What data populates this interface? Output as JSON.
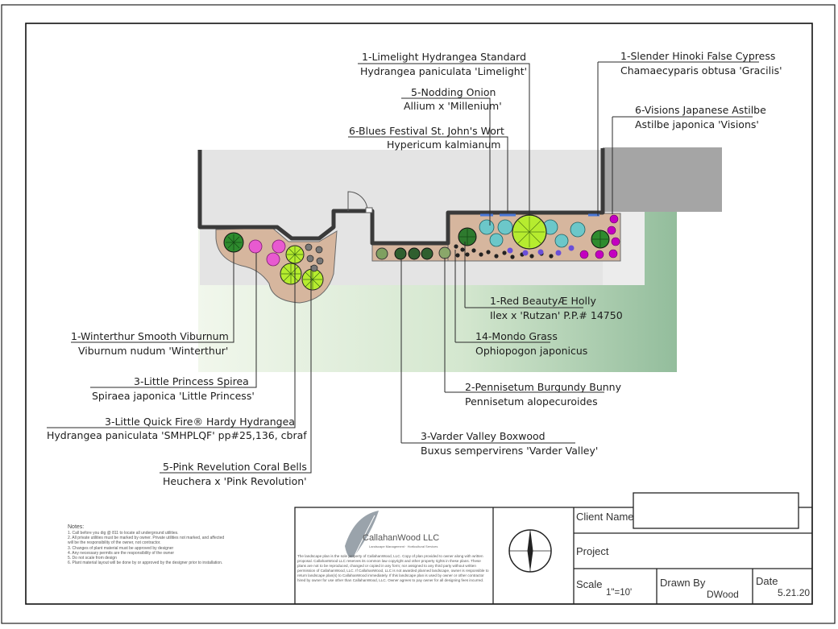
{
  "plants": [
    {
      "common": "1-Limelight Hydrangea Standard",
      "botanical": "Hydrangea paniculata 'Limelight'"
    },
    {
      "common": "5-Nodding Onion",
      "botanical": "Allium x 'Millenium'"
    },
    {
      "common": "6-Blues Festival St. John's Wort",
      "botanical": "Hypericum kalmianum"
    },
    {
      "common": "1-Slender Hinoki False Cypress",
      "botanical": "Chamaecyparis obtusa 'Gracilis'"
    },
    {
      "common": "6-Visions Japanese Astilbe",
      "botanical": "Astilbe japonica 'Visions'"
    },
    {
      "common": "1-Red BeautyÆ Holly",
      "botanical": "Ilex x 'Rutzan' P.P.# 14750"
    },
    {
      "common": "14-Mondo Grass",
      "botanical": "Ophiopogon japonicus"
    },
    {
      "common": "2-Pennisetum Burgundy Bunny",
      "botanical": "Pennisetum alopecuroides"
    },
    {
      "common": "3-Varder Valley Boxwood",
      "botanical": "Buxus sempervirens 'Varder Valley'"
    },
    {
      "common": "1-Winterthur Smooth Viburnum",
      "botanical": "Viburnum nudum 'Winterthur'"
    },
    {
      "common": "3-Little Princess Spirea",
      "botanical": "Spiraea japonica 'Little Princess'"
    },
    {
      "common": "3-Little Quick Fire® Hardy Hydrangea",
      "botanical": "Hydrangea paniculata 'SMHPLQF' pp#25,136, cbraf"
    },
    {
      "common": "5-Pink Revelution Coral Bells",
      "botanical": "Heuchera x 'Pink Revolution'"
    }
  ],
  "notes": {
    "title": "Notes:",
    "items": [
      "1.  Call before you dig @ 811 to locate all underground utilities.",
      "2.  All private utilities must be marked by owner. Private utilities not marked, and affected",
      "     will be the responsibility of the owner, not contractor.",
      "3.  Changes of plant material must be approved by designer",
      "4.  Any necessary permits are the responsibility of the owner",
      "5.  Do not scale from design",
      "6.  Plant material layout will be done by or approved by the designer prior to installation."
    ]
  },
  "company": {
    "name": "CallahanWood LLC",
    "tagline": "Landscape Management · Horticultural Services",
    "disclaimer": "The landscape plan is the sole property of CallahanWood, LLC. Copy of plan provided to owner along with written proposal. CallahanWood LLC reserves its common law copyright and other property rights in these plans. These plans are not to be reproduced, changed or copied in any form; nor assigned to any third party without written permission of CallahanWood, LLC. If CallahanWood, LLC is not awarded planned landscape, owner is responsible to return landscape plan(s) to CallahanWood immediately. If this landscape plan is used by owner or other contractor hired by owner for use other than CallahanWood, LLC. Owner agrees to pay owner for all designing fees incurred."
  },
  "title_block": {
    "client_name_label": "Client Name",
    "client_name_value": "",
    "project_label": "Project",
    "project_value": "",
    "scale_label": "Scale",
    "scale_value": "1\"=10'",
    "drawn_by_label": "Drawn By",
    "drawn_by_value": "DWood",
    "date_label": "Date",
    "date_value": "5.21.20"
  },
  "colors": {
    "lawn": "#9cbf9c",
    "bed": "#d5b59f",
    "house": "#e6e6e6",
    "garage": "#a3a3a3",
    "evergreen": "#2e8b2e",
    "pink": "#e85ad0",
    "teal": "#6cc7c9",
    "lime": "#b6ec2f",
    "magenta": "#c400c0",
    "purple": "#6a4fd8"
  }
}
